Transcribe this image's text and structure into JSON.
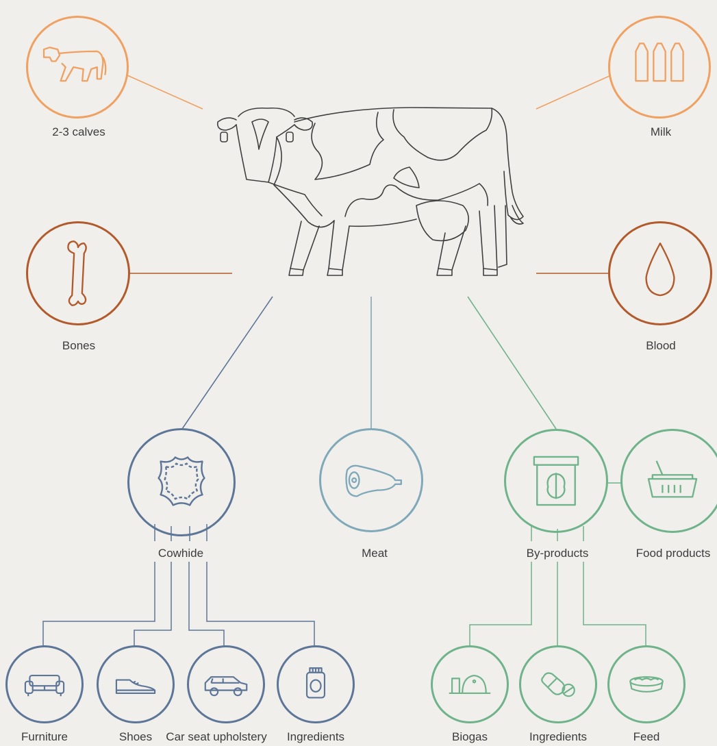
{
  "colors": {
    "background": "#f0efec",
    "orange": "#f0a060",
    "rust": "#b25a2c",
    "blue": "#5d7597",
    "light_blue": "#7fa8b8",
    "green": "#6fb38a",
    "cow_outline": "#3f3f3f"
  },
  "top": {
    "calves": {
      "label": "2-3 calves",
      "icon": "calf-icon"
    },
    "milk": {
      "label": "Milk",
      "icon": "milk-bottles-icon"
    },
    "bones": {
      "label": "Bones",
      "icon": "bone-icon"
    },
    "blood": {
      "label": "Blood",
      "icon": "blood-drop-icon"
    },
    "cow": {
      "icon": "cow-illustration"
    }
  },
  "middle": {
    "cowhide": {
      "label": "Cowhide",
      "icon": "hide-icon"
    },
    "meat": {
      "label": "Meat",
      "icon": "meat-icon"
    },
    "byproducts": {
      "label": "By-products",
      "icon": "byproducts-box-icon"
    },
    "food": {
      "label": "Food products",
      "icon": "basket-icon"
    }
  },
  "bottom_left": [
    {
      "label": "Furniture",
      "icon": "sofa-icon"
    },
    {
      "label": "Shoes",
      "icon": "shoe-icon"
    },
    {
      "label": "Car seat upholstery",
      "icon": "car-icon"
    },
    {
      "label": "Ingredients",
      "icon": "jar-icon"
    }
  ],
  "bottom_right": [
    {
      "label": "Biogas",
      "icon": "biogas-tank-icon"
    },
    {
      "label": "Ingredients",
      "icon": "pills-icon"
    },
    {
      "label": "Feed",
      "icon": "feed-bowl-icon"
    }
  ]
}
